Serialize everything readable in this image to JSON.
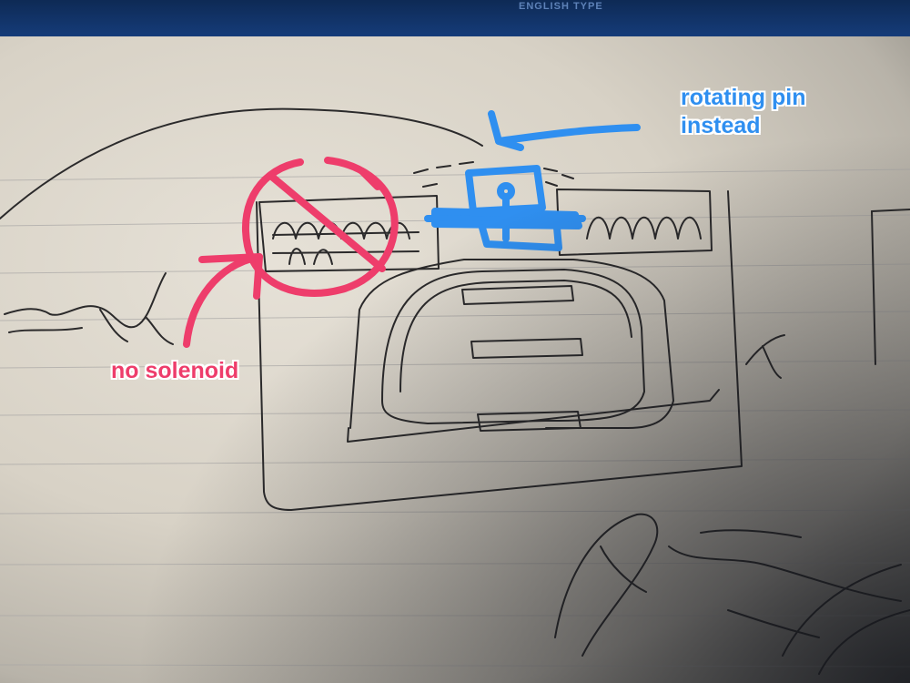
{
  "background": {
    "laptop_label": "ENGLISH TYPE"
  },
  "annotations": {
    "rotating_pin": {
      "lines": [
        "rotating pin",
        "instead"
      ],
      "color": "#2f8ff0"
    },
    "no_solenoid": {
      "text": "no solenoid",
      "color": "#ee3d6b"
    }
  },
  "ink_color": "#2b2a2b",
  "paper_color": "#dcd6ca"
}
